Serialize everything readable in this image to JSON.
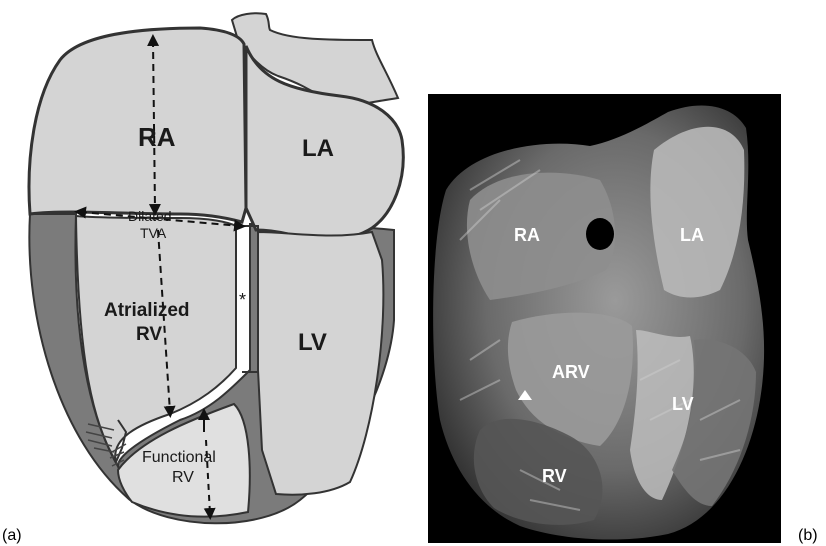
{
  "panel_a": {
    "letter": "(a)",
    "labels": {
      "ra": "RA",
      "la": "LA",
      "lv": "LV",
      "dilated_line1": "Dilated",
      "dilated_line2": "TVA",
      "atrialized_line1": "Atrialized",
      "atrialized_line2": "RV",
      "asterisk": "*",
      "functional_line1": "Functional",
      "functional_line2": "RV"
    }
  },
  "panel_b": {
    "letter": "(b)",
    "labels": {
      "ra": "RA",
      "la": "LA",
      "arv": "ARV",
      "lv": "LV",
      "rv": "RV"
    }
  },
  "colors": {
    "chamber_fill": "#d4d4d4",
    "wall_fill": "#7b7b7b",
    "outline": "#333333",
    "photo_background": "#000000"
  }
}
